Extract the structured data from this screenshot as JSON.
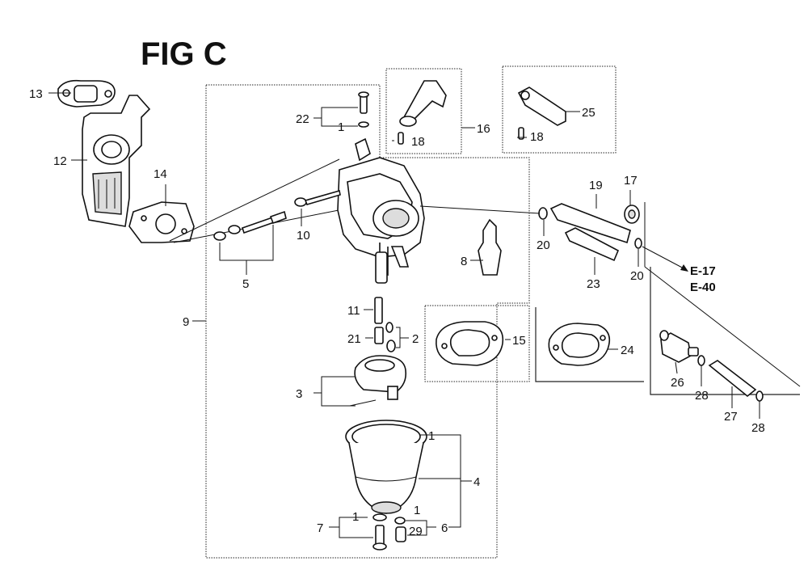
{
  "figure_title": "FIG C",
  "references": [
    "E-17",
    "E-40"
  ],
  "callouts": {
    "c1_top": "1",
    "c1_bowl": "1",
    "c1_screw": "1",
    "c1_drain": "1",
    "c2": "2",
    "c3": "3",
    "c4": "4",
    "c5": "5",
    "c6": "6",
    "c7": "7",
    "c8": "8",
    "c9": "9",
    "c10": "10",
    "c11": "11",
    "c12": "12",
    "c13": "13",
    "c14": "14",
    "c15": "15",
    "c16": "16",
    "c17": "17",
    "c18a": "18",
    "c18b": "18",
    "c19": "19",
    "c20a": "20",
    "c20b": "20",
    "c21": "21",
    "c22": "22",
    "c23": "23",
    "c24": "24",
    "c25": "25",
    "c26": "26",
    "c27": "27",
    "c28a": "28",
    "c28b": "28",
    "c29": "29"
  }
}
